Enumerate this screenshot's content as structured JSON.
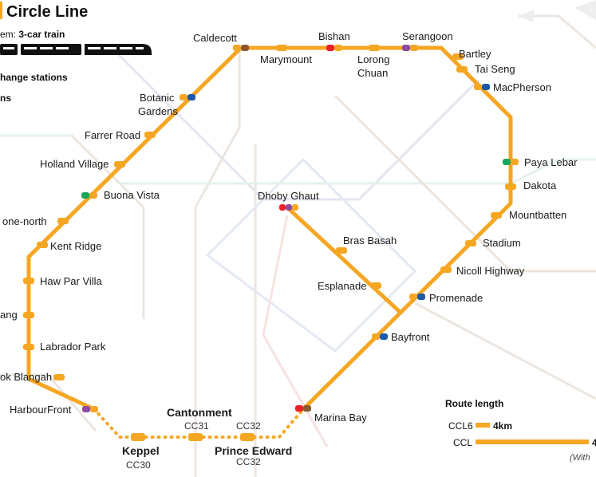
{
  "header": {
    "title": "Circle Line",
    "system_prefix": "em: ",
    "system_value": "3-car train",
    "interchange_label": "hange stations",
    "other_label": "ns"
  },
  "colors": {
    "line": "#f5a623",
    "ns": "#e8202a",
    "dt": "#1b5aa8",
    "ew": "#1aa55a",
    "ne": "#8e4a9c",
    "te": "#8a5a2b",
    "bg_lines": "#e6e1dc"
  },
  "stations": {
    "caldecott": "Caldecott",
    "marymount": "Marymount",
    "bishan": "Bishan",
    "lorong_chuan_1": "Lorong",
    "lorong_chuan_2": "Chuan",
    "serangoon": "Serangoon",
    "bartley": "Bartley",
    "tai_seng": "Tai Seng",
    "macpherson": "MacPherson",
    "paya_lebar": "Paya Lebar",
    "dakota": "Dakota",
    "mountbatten": "Mountbatten",
    "stadium": "Stadium",
    "nicoll_highway": "Nicoll Highway",
    "promenade": "Promenade",
    "bayfront": "Bayfront",
    "marina_bay": "Marina Bay",
    "dhoby_ghaut": "Dhoby Ghaut",
    "bras_basah": "Bras Basah",
    "esplanade": "Esplanade",
    "botanic_gardens_1": "Botanic",
    "botanic_gardens_2": "Gardens",
    "farrer_road": "Farrer Road",
    "holland_village": "Holland Village",
    "buona_vista": "Buona Vista",
    "one_north": "one-north",
    "kent_ridge": "Kent Ridge",
    "haw_par_villa": "Haw Par Villa",
    "pasir_panjang": "ang",
    "labrador_park": "Labrador Park",
    "telok_blangah": "ok Blangah",
    "harbourfront": "HarbourFront",
    "keppel": "Keppel",
    "keppel_code": "CC30",
    "cantonment": "Cantonment",
    "cantonment_code": "CC31",
    "prince_edward": "Prince Edward",
    "prince_edward_code": "CC32",
    "prince_edward_code_upper": "CC32"
  },
  "legend": {
    "title": "Route length",
    "ccl6_label": "CCL6",
    "ccl6_value": "4km",
    "ccl_label": "CCL",
    "ccl_value": "4",
    "note": "(With"
  }
}
